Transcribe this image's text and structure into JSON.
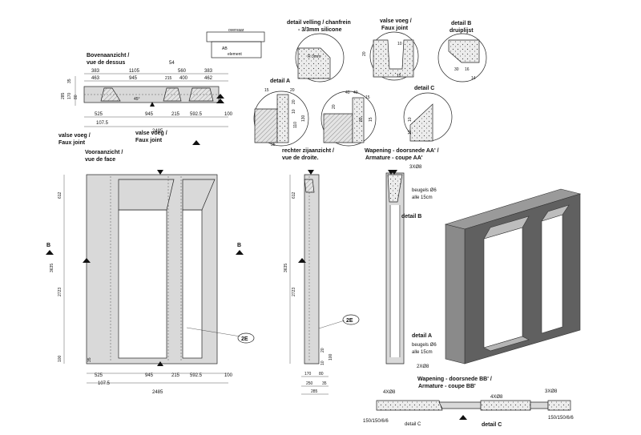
{
  "top_view": {
    "title_nl": "Bovenaanzicht /",
    "title_fr": "vue de dessus",
    "dims_top": [
      "383",
      "1105",
      "54",
      "560",
      "383"
    ],
    "dims_mid": [
      "463",
      "945",
      "215",
      "400",
      "462"
    ],
    "dims_left": [
      "35",
      "285",
      "170",
      "80"
    ],
    "dims_bottom": [
      "525",
      "945",
      "215",
      "592.5",
      "100"
    ],
    "dim_1075": "107.5",
    "dim_total": "2485",
    "angle": "45°"
  },
  "legend_box": {
    "top": "overvaar",
    "bottom": "element",
    "mark": "AB"
  },
  "joint_label_1": [
    "valse voeg /",
    "Faux joint"
  ],
  "joint_label_2": [
    "valse voeg /",
    "Faux joint"
  ],
  "front_view": {
    "title_nl": "Vooraanzicht /",
    "title_fr": "vue de face",
    "section_mark": "B",
    "dims_left": [
      "612",
      "3635",
      "2723",
      "100",
      "35"
    ],
    "dims_bottom": [
      "525",
      "945",
      "215",
      "592.5",
      "100"
    ],
    "dim_1075": "107.5",
    "dim_total": "2485",
    "tag": "2E"
  },
  "side_view": {
    "title_nl": "rechter zijaanzicht /",
    "title_fr": "vue de droite.",
    "dims_left": [
      "612",
      "3635",
      "2723"
    ],
    "dims_bottom": [
      "170",
      "80",
      "250",
      "35",
      "285"
    ],
    "dims_right": [
      "20",
      "100",
      "10"
    ],
    "tag": "2E"
  },
  "detail_velling": {
    "title": [
      "detail velling / chanfrein",
      "- 3/3mm silicone"
    ],
    "dim": "R 3mm"
  },
  "detail_voeg": {
    "title": [
      "valse voeg /",
      "Faux joint"
    ],
    "dims": [
      "10",
      "20",
      "15"
    ]
  },
  "detail_b": {
    "title": [
      "detail B",
      "druiplijst"
    ],
    "dims": [
      "30",
      "16",
      "14"
    ]
  },
  "detail_a": {
    "title": "detail A",
    "dims": [
      "15",
      "20",
      "20",
      "10",
      "110",
      "130",
      "35"
    ]
  },
  "detail_c": {
    "title": "detail C",
    "dims": [
      "40",
      "40",
      "15",
      "20",
      "80",
      "15",
      "10",
      "10"
    ]
  },
  "section_aa": {
    "title": [
      "Wapening - doorsnede AA' /",
      "Armature - coupe AA'"
    ],
    "top_rebar": "3XØ8",
    "stirrups_1": [
      "beugels Ø6",
      "alle 15cm"
    ],
    "detail_b": "detail B",
    "detail_a": "detail A",
    "stirrups_2": [
      "beugels Ø6",
      "alle 15cm"
    ],
    "bottom_rebar": "2XØ8"
  },
  "section_bb": {
    "title": [
      "Wapening - doorsnede BB' /",
      "Armature - coupe BB'"
    ],
    "rebar_left": "4XØ8",
    "rebar_mid": "4XØ8",
    "rebar_right": "3XØ8",
    "mesh_left": "150/150/6/6",
    "mesh_right": "150/150/6/6",
    "detail_c_1": "detail C",
    "detail_c_2": "detail C"
  }
}
